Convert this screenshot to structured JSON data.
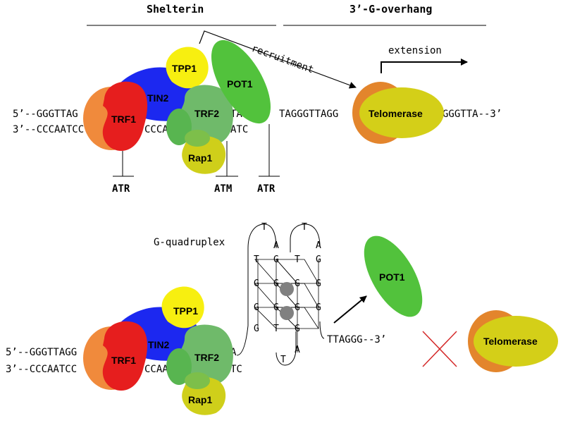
{
  "headers": {
    "shelterin": "Shelterin",
    "overhang": "3’-G-overhang"
  },
  "top": {
    "strand_top_left": "5’--GGGTTAG",
    "strand_top_mid": "TAG",
    "strand_top_right": "TAGGGTTAGG",
    "strand_top_end": "GGGTTA--3’",
    "strand_bottom_left": "3’--CCCAATCC",
    "strand_bottom_mid": "CCCAAT",
    "strand_bottom_end": "ATC",
    "proteins": {
      "trf1": "TRF1",
      "tin2": "TIN2",
      "tpp1": "TPP1",
      "trf2": "TRF2",
      "rap1": "Rap1",
      "pot1": "POT1",
      "telomerase": "Telomerase"
    },
    "kinases": [
      "ATR",
      "ATM",
      "ATR"
    ],
    "recruitment": "recruitment",
    "extension": "extension"
  },
  "bottom": {
    "gq_label": "G-quadruplex",
    "strand_top_left": "5’--GGGTTAGG",
    "strand_top_end": "A",
    "strand_bottom_left": "3’--CCCAATCC",
    "strand_bottom_mid": "CCAATC",
    "strand_bottom_end": "TC",
    "overhang_tail": "TTAGGG--3’",
    "proteins": {
      "trf1": "TRF1",
      "tin2": "TIN2",
      "tpp1": "TPP1",
      "trf2": "TRF2",
      "rap1": "Rap1",
      "pot1": "POT1",
      "telomerase": "Telomerase"
    },
    "nucleotides": {
      "loop_left_top": "T",
      "loop_right_top": "T",
      "a_left": "A",
      "a_right": "A",
      "col1": [
        "T",
        "G",
        "G",
        "G"
      ],
      "col2": [
        "G",
        "G",
        "G",
        "T"
      ],
      "col3": [
        "T",
        "G",
        "G",
        "G"
      ],
      "col4": [
        "G",
        "G",
        "G"
      ],
      "bottom_a": "A",
      "bottom_t": "T"
    }
  },
  "colors": {
    "trf1": "#e61e1e",
    "tin2": "#1c28f0",
    "tpp1": "#f7ef10",
    "trf2": "#6fba6a",
    "rap1": "#cfcf1a",
    "pot1": "#52c23c",
    "telomerase_front": "#d4cf18",
    "telomerase_back": "#e3852c",
    "orange": "#f08a3c",
    "cross": "#d42a2a"
  }
}
